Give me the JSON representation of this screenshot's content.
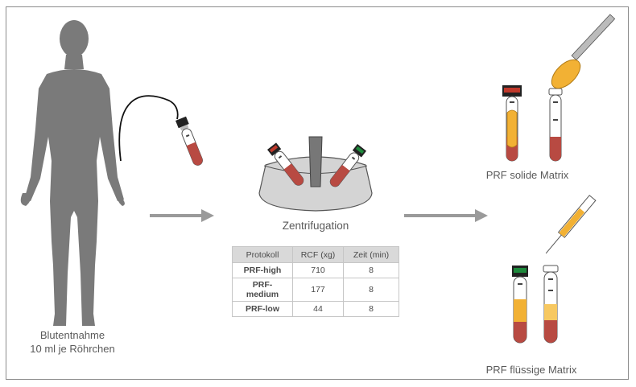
{
  "labels": {
    "blood_line1": "Blutentnahme",
    "blood_line2": "10 ml je Röhrchen",
    "centrifugation": "Zentrifugation",
    "solid": "PRF solide Matrix",
    "liquid": "PRF flüssige Matrix"
  },
  "table": {
    "headers": [
      "Protokoll",
      "RCF (xg)",
      "Zeit (min)"
    ],
    "rows": [
      [
        "PRF-high",
        "710",
        "8"
      ],
      [
        "PRF-medium",
        "177",
        "8"
      ],
      [
        "PRF-low",
        "44",
        "8"
      ]
    ]
  },
  "colors": {
    "silhouette": "#7a7a7a",
    "blood": "#b84a42",
    "plasma": "#f2b134",
    "cap_black": "#222222",
    "cap_red": "#c0392b",
    "cap_green": "#1e8a3c",
    "arrow": "#9a9a9a",
    "bowl": "#d4d4d4"
  }
}
